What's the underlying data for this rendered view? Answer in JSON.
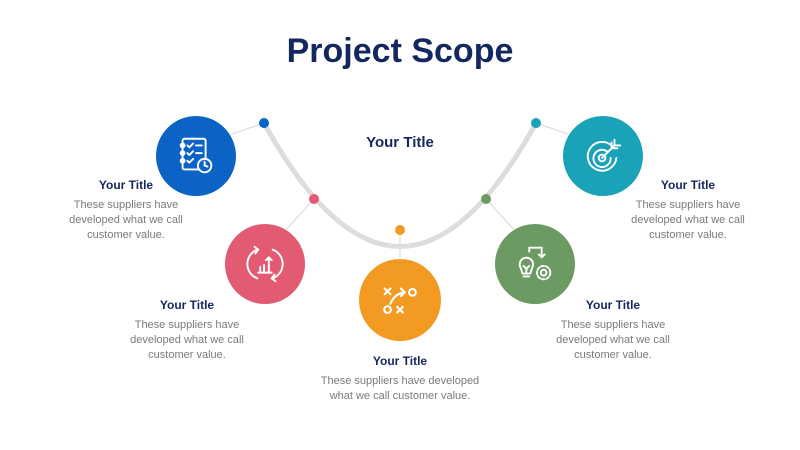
{
  "title": "Project Scope",
  "center_title": "Your Title",
  "colors": {
    "blue": "#0b63c6",
    "pink": "#e35a73",
    "orange": "#f39a22",
    "green": "#6b9a63",
    "teal": "#1aa2b8",
    "navy": "#14275f",
    "arc": "#dddddd"
  },
  "items": [
    {
      "id": "1",
      "color": "blue",
      "icon": "checklist-clock-icon",
      "heading": "Your Title",
      "desc": "These suppliers have developed what we call customer value."
    },
    {
      "id": "2",
      "color": "pink",
      "icon": "growth-cycle-chart-icon",
      "heading": "Your Title",
      "desc": "These suppliers have developed what we call customer value."
    },
    {
      "id": "3",
      "color": "orange",
      "icon": "strategy-play-icon",
      "heading": "Your Title",
      "desc": "These suppliers have developed what we call customer value."
    },
    {
      "id": "4",
      "color": "green",
      "icon": "idea-process-icon",
      "heading": "Your Title",
      "desc": "These suppliers have developed what we call customer value."
    },
    {
      "id": "5",
      "color": "teal",
      "icon": "target-arrow-icon",
      "heading": "Your Title",
      "desc": "These suppliers have developed what we call customer value."
    }
  ]
}
